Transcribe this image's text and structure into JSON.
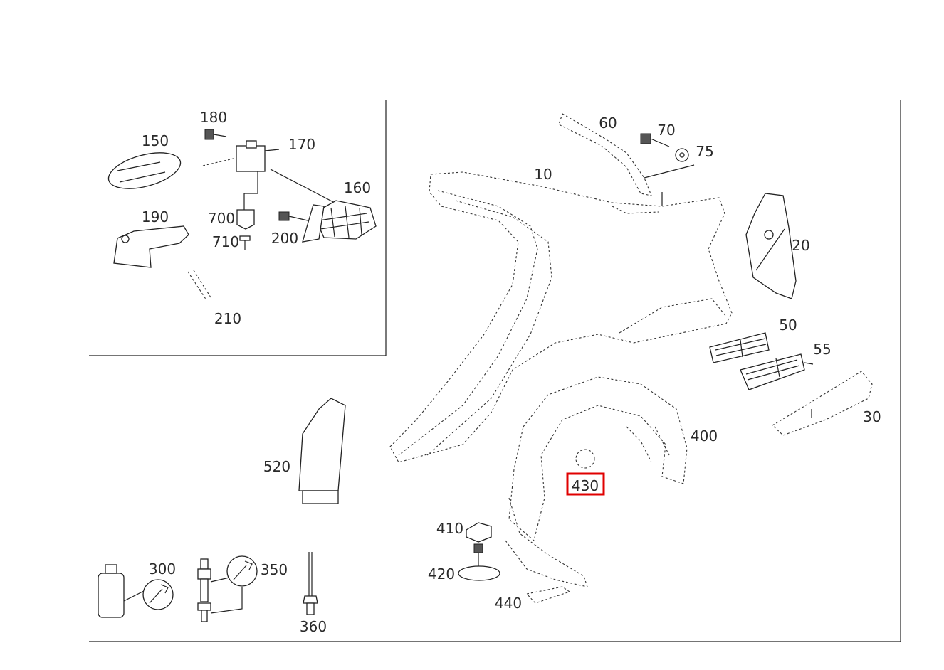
{
  "diagram": {
    "labels": {
      "p10": "10",
      "p20": "20",
      "p30": "30",
      "p50": "50",
      "p55": "55",
      "p60": "60",
      "p70": "70",
      "p75": "75",
      "p150": "150",
      "p160": "160",
      "p170": "170",
      "p180": "180",
      "p190": "190",
      "p200": "200",
      "p210": "210",
      "p300": "300",
      "p350": "350",
      "p360": "360",
      "p400": "400",
      "p410": "410",
      "p420": "420",
      "p430": "430",
      "p440": "440",
      "p520": "520",
      "p700": "700",
      "p710": "710"
    },
    "highlighted_part": "430",
    "highlight_color": "#e00000"
  }
}
